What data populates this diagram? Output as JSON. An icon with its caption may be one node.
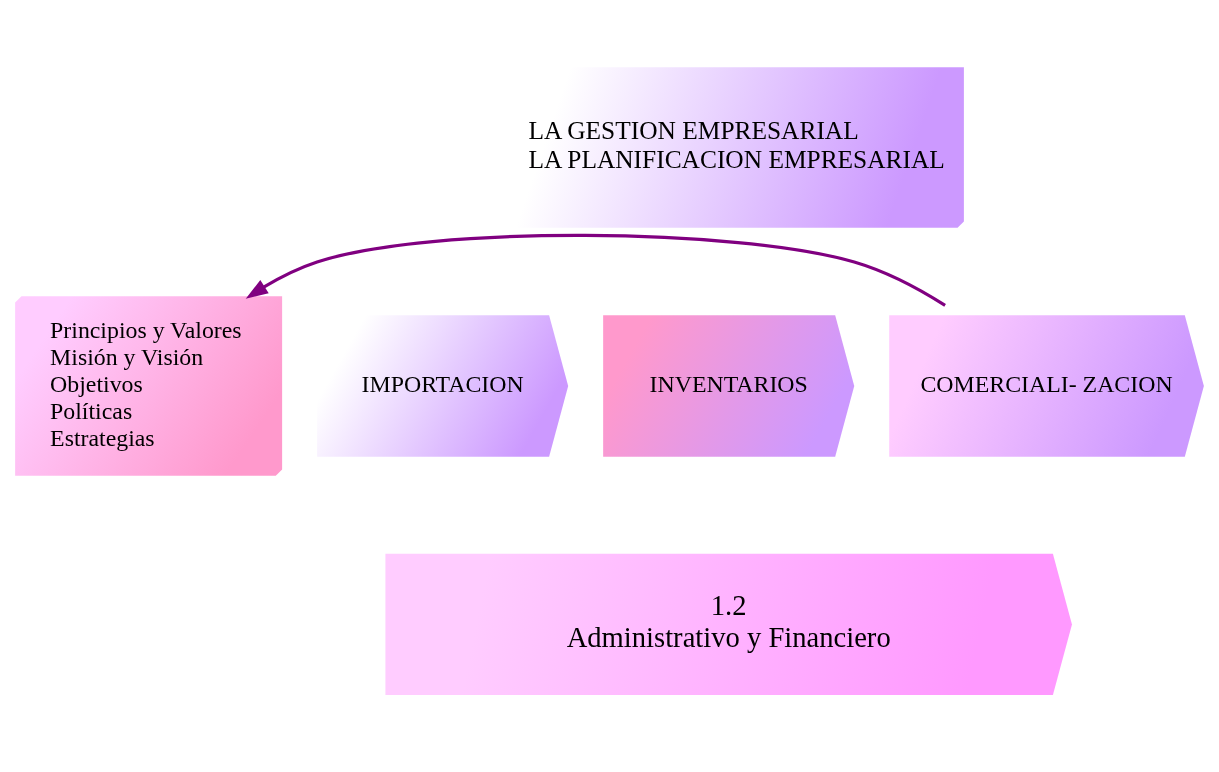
{
  "diagram": {
    "nodes": [
      {
        "text": [
          "LA GESTION EMPRESARIAL",
          "LA PLANIFICACION EMPRESARIAL"
        ]
      },
      {
        "text": [
          "Principios y Valores",
          "Misión y Visión",
          "Objetivos",
          "Políticas",
          "Estrategias"
        ]
      },
      {
        "text": [
          "IMPORTACION"
        ]
      },
      {
        "text": [
          "INVENTARIOS"
        ]
      },
      {
        "text": [
          "COMERCIALI- ZACION"
        ]
      },
      {
        "text": [
          "1.2",
          "Administrativo y Financiero"
        ]
      }
    ],
    "edges": [
      {
        "from": 4,
        "to": 1,
        "arrow": "to",
        "color": "#800080"
      }
    ]
  }
}
